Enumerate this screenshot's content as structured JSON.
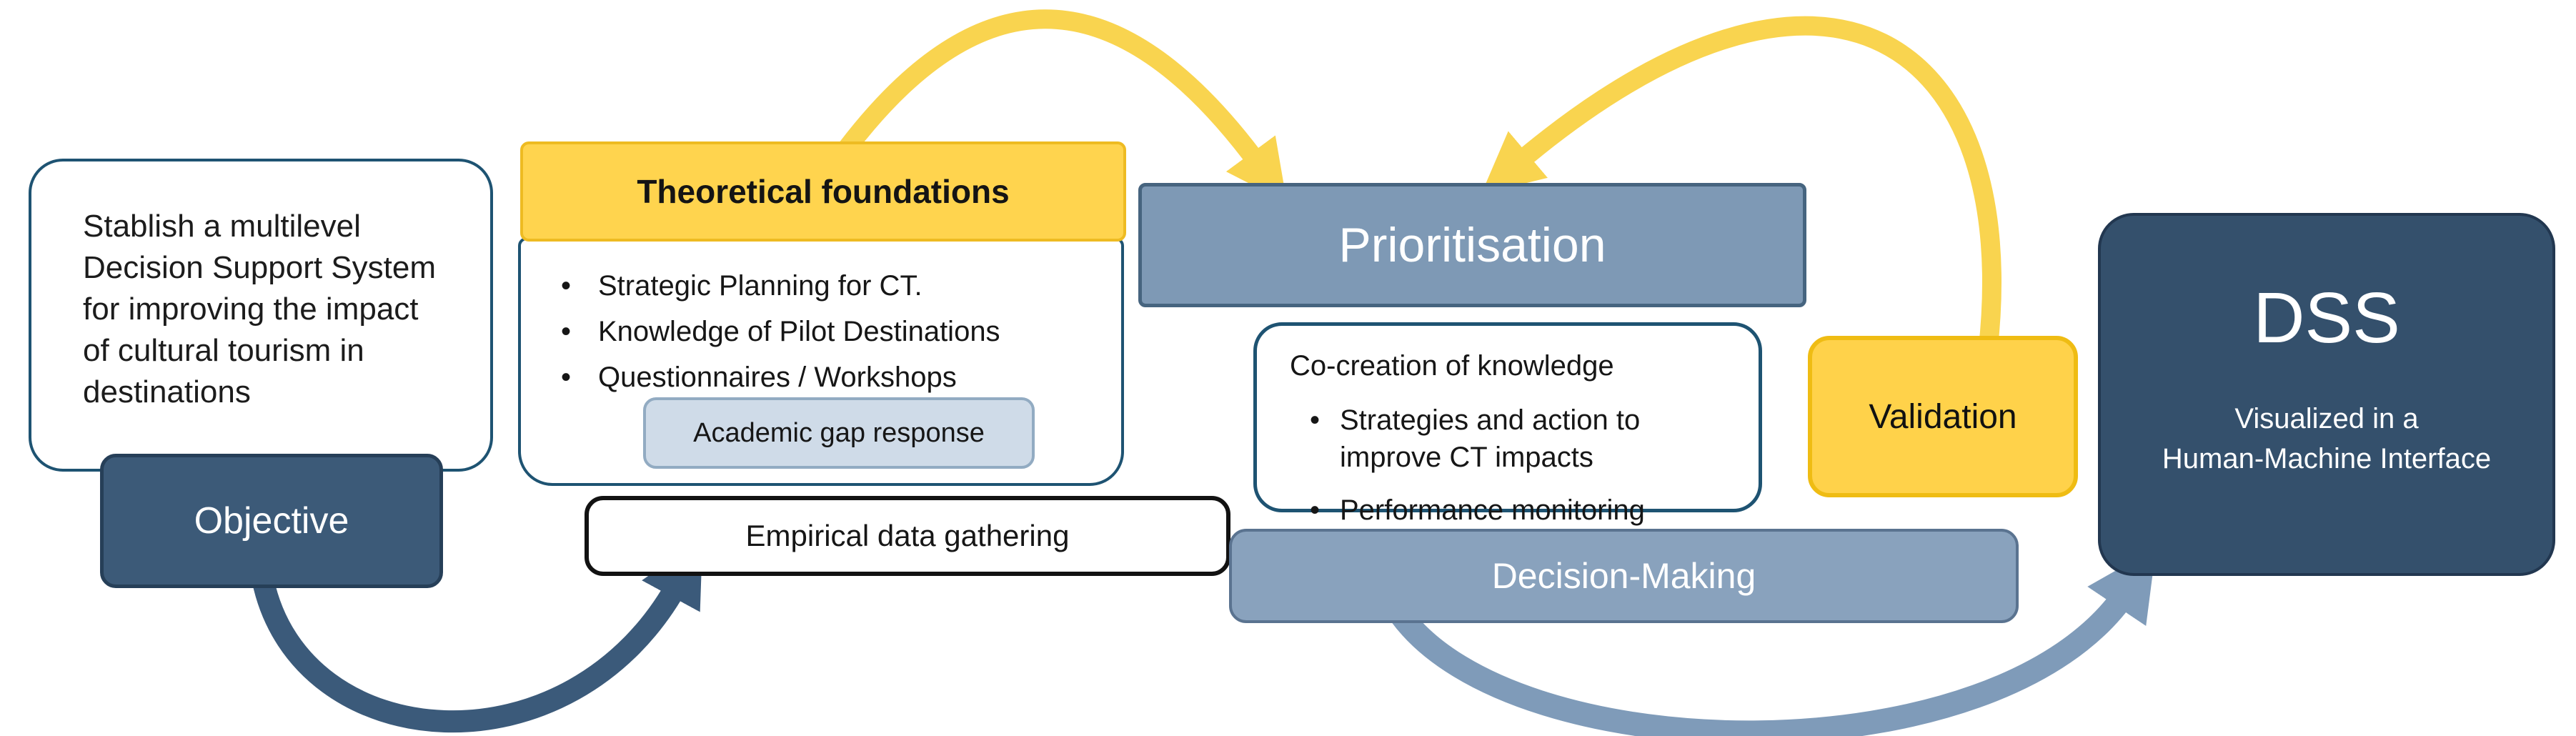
{
  "diagram": {
    "objective_card_text": "Stablish a multilevel\nDecision Support System\nfor improving the impact\nof cultural tourism in\ndestinations",
    "objective_label": "Objective",
    "theoretical": {
      "title": "Theoretical foundations",
      "bullets": [
        "Strategic Planning for CT.",
        "Knowledge of Pilot Destinations",
        "Questionnaires / Workshops"
      ],
      "badge": "Academic gap response"
    },
    "empirical_label": "Empirical data gathering",
    "prioritisation_label": "Prioritisation",
    "cocreation": {
      "title": "Co-creation of knowledge",
      "bullets": [
        "Strategies and action to\nimprove CT impacts",
        "Performance monitoring"
      ]
    },
    "decision_label": "Decision-Making",
    "validation_label": "Validation",
    "dss": {
      "title": "DSS",
      "subtitle": "Visualized in a\nHuman-Machine Interface"
    },
    "arrows": [
      {
        "name": "theoretical-to-prioritisation",
        "color": "#F9D44F"
      },
      {
        "name": "validation-to-prioritisation",
        "color": "#F9D44F"
      },
      {
        "name": "objective-to-empirical",
        "color": "#3B5A7A"
      },
      {
        "name": "decision-to-dss",
        "color": "#7F9BB9"
      }
    ]
  },
  "glyphs": {
    "bullet": "•"
  },
  "colors": {
    "dark_navy_box": "#3C5A78",
    "dss_box": "#34506C",
    "slate_blue_box": "#7E99B5",
    "slate_blue_light_box": "#89A2BD",
    "yellow_box": "#FFD44E",
    "yellow_border": "#EEBB22",
    "teal_border": "#1E5372",
    "chip_fill": "#CFDBE8",
    "chip_border": "#92ABC2",
    "arrow_yellow": "#F9D44F",
    "arrow_dark": "#3B5A7A",
    "arrow_light": "#7F9BB9",
    "background": "#FFFFFF"
  }
}
